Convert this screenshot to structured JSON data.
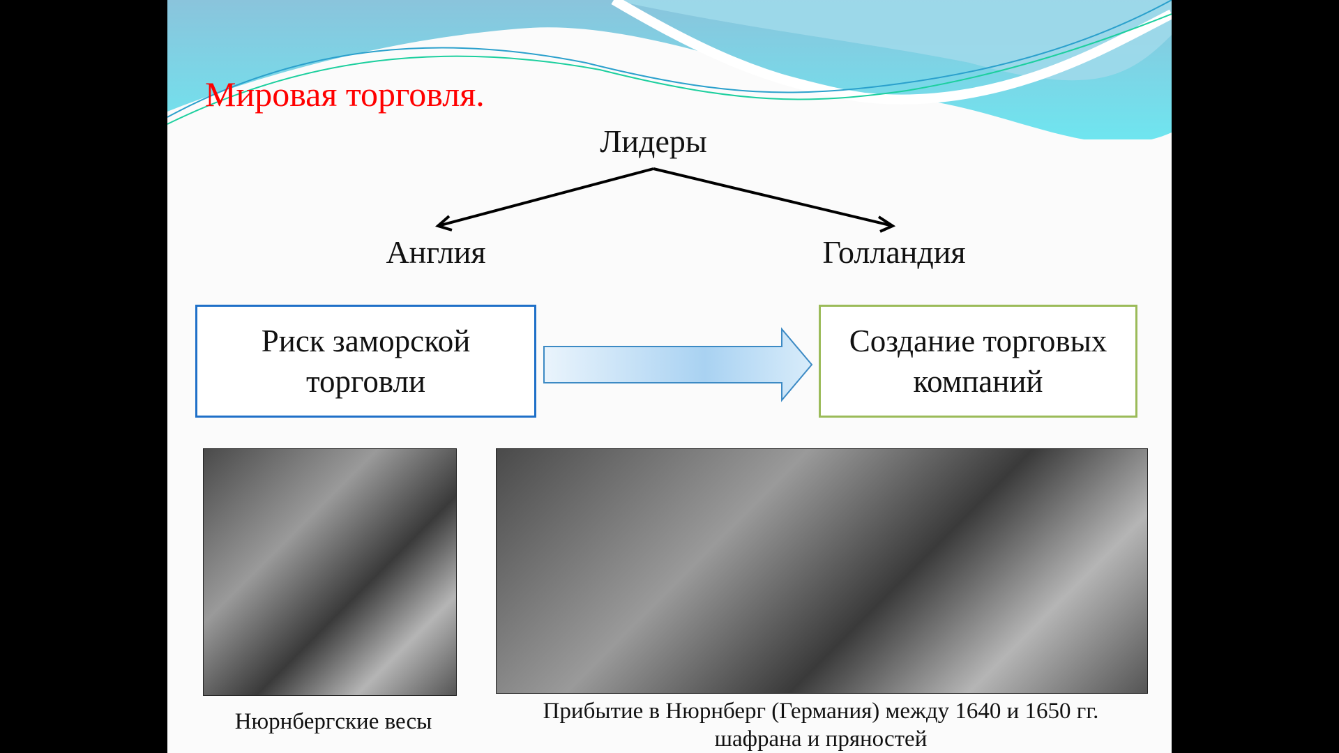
{
  "slide": {
    "title": "Мировая торговля.",
    "leaders_label": "Лидеры",
    "country_left": "Англия",
    "country_right": "Голландия",
    "box_left": {
      "line1": "Риск заморской",
      "line2": "торговли"
    },
    "box_right": {
      "line1": "Создание торговых",
      "line2": "компаний"
    },
    "caption_left": "Нюрнбергские весы",
    "caption_right": {
      "line1": "Прибытие в Нюрнберг (Германия) между 1640 и 1650 гг.",
      "line2": "шафрана и пряностей"
    },
    "colors": {
      "title": "#ff0000",
      "box_left_border": "#1f70c8",
      "box_right_border": "#9bbb59",
      "wave": "#6fdcec"
    }
  }
}
